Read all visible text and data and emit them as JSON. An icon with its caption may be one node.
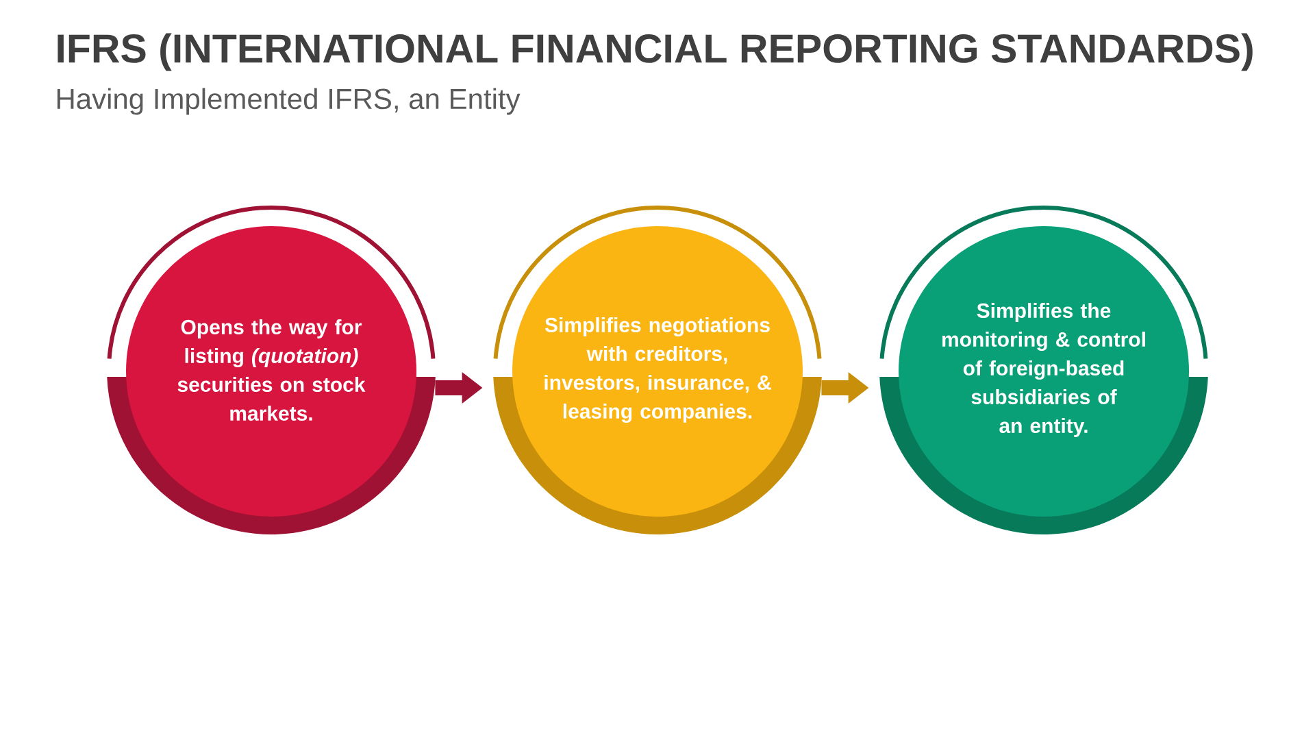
{
  "diagram": {
    "title": "IFRS (INTERNATIONAL FINANCIAL REPORTING STANDARDS)",
    "nodes": [
      {
        "text": [
          "Opens the way for listing *(quotation)* securities on stock markets."
        ]
      },
      {
        "text": [
          "Simplifies negotiations with creditors, investors, insurance, & leasing companies."
        ]
      },
      {
        "text": [
          "Simplifies the monitoring & control of foreign-based subsidiaries of an entity."
        ]
      }
    ],
    "edges": [
      {
        "from": 0,
        "to": 1,
        "arrow": "to",
        "color": "#9f1234"
      },
      {
        "from": 1,
        "to": 2,
        "arrow": "to",
        "color": "#c8900a"
      }
    ],
    "labels": [
      "Having Implemented IFRS, an Entity"
    ]
  }
}
